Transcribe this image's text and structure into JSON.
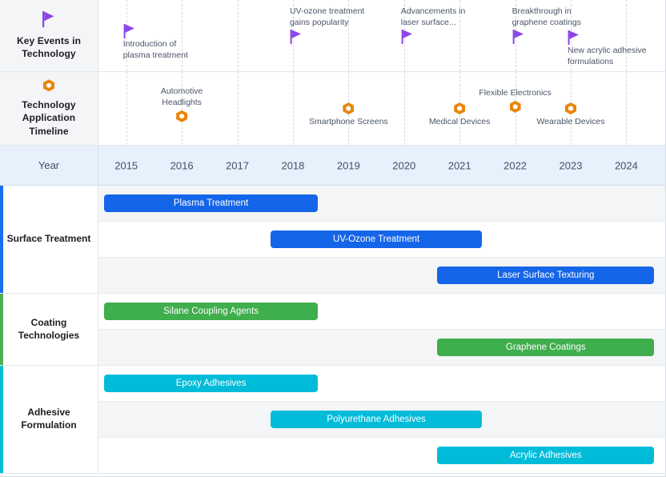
{
  "chart_data": {
    "type": "bar",
    "title": "",
    "xlabel": "Year",
    "ylabel": "",
    "x_axis": {
      "label": "Year",
      "ticks": [
        "2015",
        "2016",
        "2017",
        "2018",
        "2019",
        "2020",
        "2021",
        "2022",
        "2023",
        "2024"
      ],
      "range": [
        2014.5,
        2024.7
      ],
      "grid": true
    },
    "categories": [
      {
        "name": "Surface Treatment",
        "color": "#1565e8",
        "accent": "#1a6ef0",
        "tasks": [
          {
            "label": "Plasma Treatment",
            "start": 2014.6,
            "end": 2018.45
          },
          {
            "label": "UV-Ozone Treatment",
            "start": 2017.6,
            "end": 2021.4
          },
          {
            "label": "Laser Surface Texturing",
            "start": 2020.6,
            "end": 2024.5
          }
        ]
      },
      {
        "name": "Coating Technologies",
        "color": "#3fae4c",
        "accent": "#4caf50",
        "tasks": [
          {
            "label": "Silane Coupling Agents",
            "start": 2014.6,
            "end": 2018.45
          },
          {
            "label": "Graphene Coatings",
            "start": 2020.6,
            "end": 2024.5
          }
        ]
      },
      {
        "name": "Adhesive Formulation",
        "color": "#00bcd9",
        "accent": "#00bcd4",
        "tasks": [
          {
            "label": "Epoxy Adhesives",
            "start": 2014.6,
            "end": 2018.45
          },
          {
            "label": "Polyurethane Adhesives",
            "start": 2017.6,
            "end": 2021.4
          },
          {
            "label": "Acrylic Adhesives",
            "start": 2020.6,
            "end": 2024.5
          }
        ]
      }
    ],
    "key_events": {
      "title": "Key Events in Technology",
      "marker": "flag-icon",
      "color": "#8b46e8",
      "events": [
        {
          "label": "Introduction of\nplasma treatment",
          "year": 2015,
          "label_position": "below"
        },
        {
          "label": "UV-ozone treatment\ngains popularity",
          "year": 2018,
          "label_position": "above"
        },
        {
          "label": "Advancements in\nlaser surface...",
          "year": 2020,
          "label_position": "above"
        },
        {
          "label": "Breakthrough in\ngraphene coatings",
          "year": 2022,
          "label_position": "above"
        },
        {
          "label": "New acrylic adhesive\nformulations",
          "year": 2023,
          "label_position": "below"
        }
      ]
    },
    "application_timeline": {
      "title": "Technology Application Timeline",
      "marker": "hexagon-icon",
      "color": "#e8860c",
      "events": [
        {
          "label": "Automotive\nHeadlights",
          "year": 2016,
          "label_position": "above"
        },
        {
          "label": "Smartphone Screens",
          "year": 2019,
          "label_position": "below"
        },
        {
          "label": "Medical Devices",
          "year": 2021,
          "label_position": "below"
        },
        {
          "label": "Flexible Electronics",
          "year": 2022,
          "label_position": "above"
        },
        {
          "label": "Wearable Devices",
          "year": 2023,
          "label_position": "below"
        }
      ]
    }
  },
  "colors": {
    "surface_treatment": "#1565e8",
    "coating_technologies": "#3fae4c",
    "adhesive_formulation": "#00bcd9",
    "key_event_marker": "#8b46e8",
    "application_marker": "#e8860c",
    "year_axis_background": "#e6f1fb"
  }
}
